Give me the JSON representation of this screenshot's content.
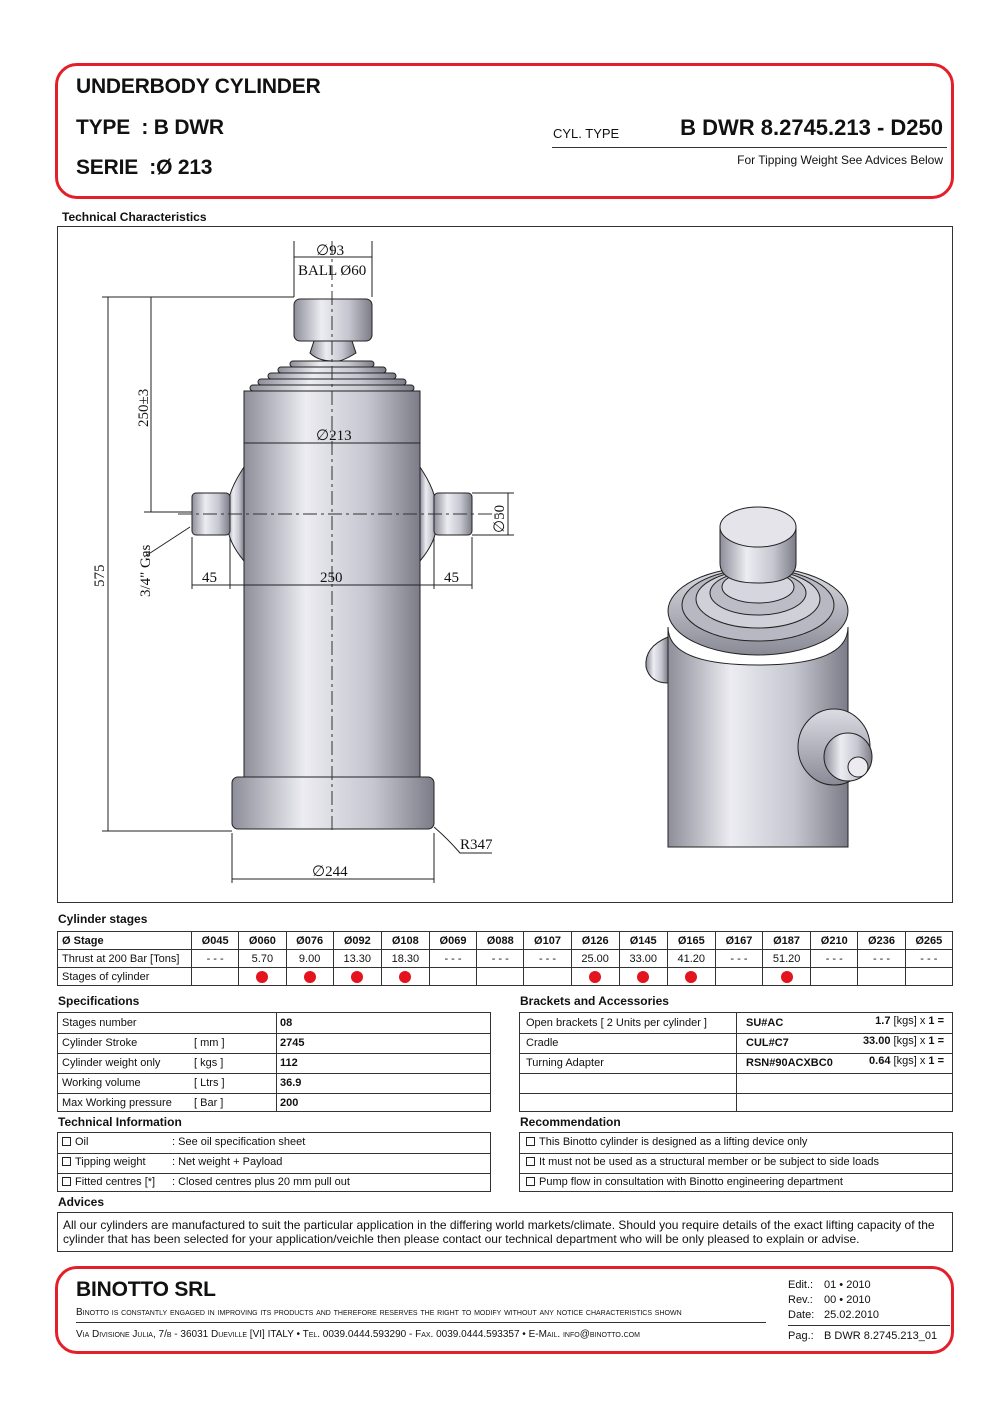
{
  "header": {
    "title": "UNDERBODY CYLINDER",
    "type_label": "TYPE  : B DWR",
    "serie_label": "SERIE  :Ø 213",
    "cyl_type_label": "CYL. TYPE",
    "cyl_type_value": "B DWR 8.2745.213 - D250",
    "note": "For Tipping Weight See Advices Below"
  },
  "tech_char": {
    "title": "Technical Characteristics",
    "dims": {
      "top_dia": "∅93",
      "ball": "BALL Ø60",
      "stroke": "250±3",
      "body_dia": "∅213",
      "pin_dia": "∅50",
      "gas": "3/4\" Gas",
      "total": "575",
      "left_45": "45",
      "mid_250": "250",
      "right_45": "45",
      "radius": "R347",
      "base_dia": "∅244"
    }
  },
  "stages": {
    "title": "Cylinder stages",
    "row_labels": [
      "Ø Stage",
      "Thrust at 200 Bar [Tons]",
      "Stages of cylinder"
    ],
    "columns": [
      "Ø045",
      "Ø060",
      "Ø076",
      "Ø092",
      "Ø108",
      "Ø069",
      "Ø088",
      "Ø107",
      "Ø126",
      "Ø145",
      "Ø165",
      "Ø167",
      "Ø187",
      "Ø210",
      "Ø236",
      "Ø265"
    ],
    "thrust": [
      "- - -",
      "5.70",
      "9.00",
      "13.30",
      "18.30",
      "- - -",
      "- - -",
      "- - -",
      "25.00",
      "33.00",
      "41.20",
      "- - -",
      "51.20",
      "- - -",
      "- - -",
      "- - -"
    ],
    "active": [
      false,
      true,
      true,
      true,
      true,
      false,
      false,
      false,
      true,
      true,
      true,
      false,
      true,
      false,
      false,
      false
    ]
  },
  "specs": {
    "title": "Specifications",
    "rows": [
      {
        "label": "Stages number",
        "unit": "",
        "value": "08"
      },
      {
        "label": "Cylinder Stroke",
        "unit": "[ mm ]",
        "value": "2745"
      },
      {
        "label": "Cylinder weight only",
        "unit": "[ kgs ]",
        "value": "112"
      },
      {
        "label": "Working volume",
        "unit": "[ Ltrs ]",
        "value": "36.9"
      },
      {
        "label": "Max Working pressure",
        "unit": "[ Bar ]",
        "value": "200"
      }
    ]
  },
  "brackets": {
    "title": "Brackets and Accessories",
    "kgs_label": "[kgs] x",
    "rows": [
      {
        "label": "Open brackets [ 2 Units per cylinder ]",
        "code": "SU#AC",
        "weight": "1.7",
        "qty": "1 ="
      },
      {
        "label": "Cradle",
        "code": "CUL#C7",
        "weight": "33.00",
        "qty": "1 ="
      },
      {
        "label": "Turning Adapter",
        "code": "RSN#90ACXBC0",
        "weight": "0.64",
        "qty": "1 ="
      }
    ]
  },
  "tech_info": {
    "title": "Technical Information",
    "rows": [
      {
        "label": "Oil",
        "value": ": See oil specification sheet"
      },
      {
        "label": "Tipping weight",
        "value": ": Net weight + Payload"
      },
      {
        "label": "Fitted centres [*]",
        "value": ": Closed centres plus 20 mm pull out"
      }
    ]
  },
  "recommendation": {
    "title": "Recommendation",
    "rows": [
      "This Binotto cylinder is designed as a lifting device only",
      "It must not be used as a structural member or be subject to side loads",
      "Pump flow in consultation with Binotto engineering department"
    ]
  },
  "advices": {
    "title": "Advices",
    "text": "All our cylinders are manufactured to suit the particular application in the differing world markets/climate. Should you require details of the exact lifting capacity of the cylinder that has been selected for your application/veichle then please contact our technical department who will be only pleased to explain or advise."
  },
  "footer": {
    "company": "BINOTTO SRL",
    "disclaimer": "Binotto is constantly engaged in improving its products and therefore reserves the right to modify without any notice characteristics shown",
    "address": "Via Divisione Julia, 7/b - 36031 Dueville [VI] ITALY • Tel. 0039.0444.593290 - Fax. 0039.0444.593357 • E-Mail. info@binotto.com",
    "edit_label": "Edit.:",
    "edit_value": "01 • 2010",
    "rev_label": "Rev.:",
    "rev_value": "00 • 2010",
    "date_label": "Date:",
    "date_value": "25.02.2010",
    "pag_label": "Pag.:",
    "pag_value": "B DWR 8.2745.213_01"
  }
}
